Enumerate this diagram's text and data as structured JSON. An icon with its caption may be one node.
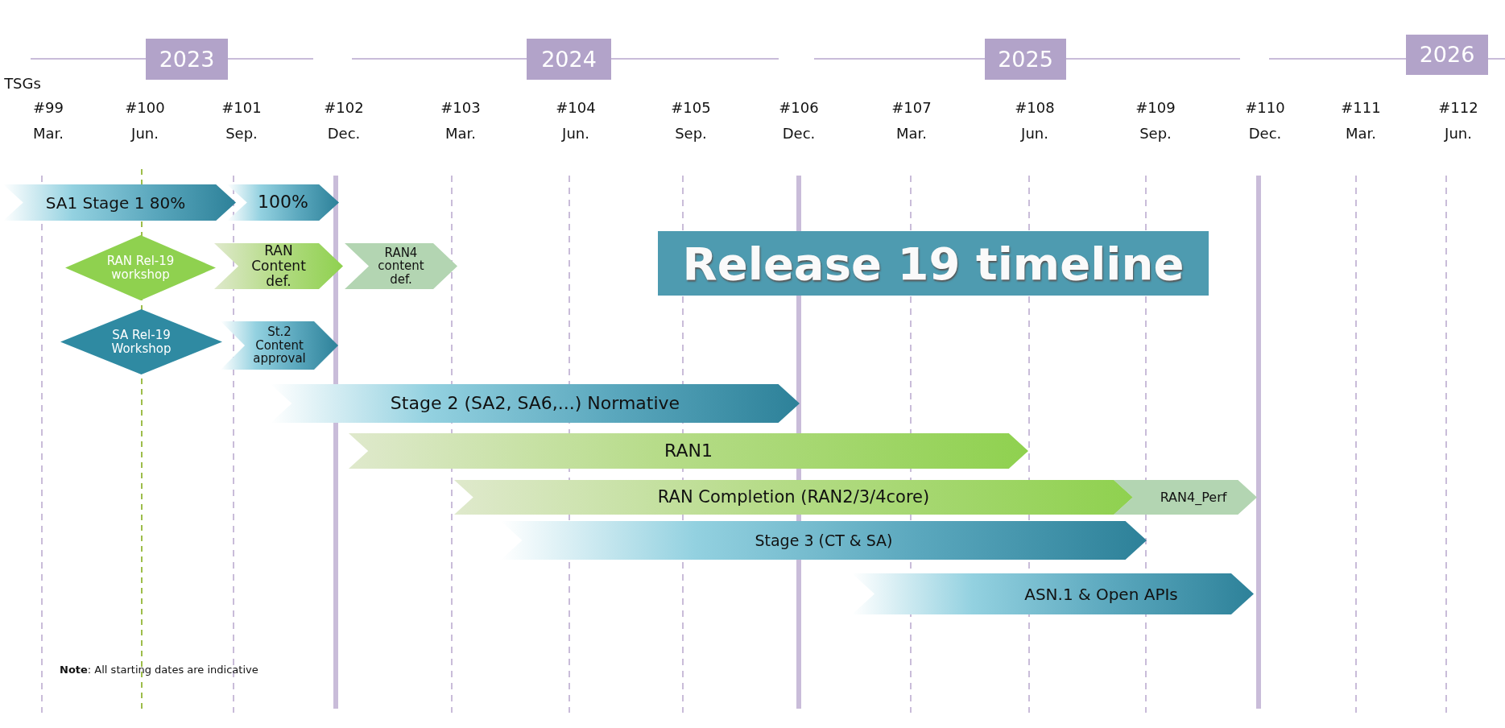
{
  "diagram": {
    "title": "Release 19 timeline",
    "nodes": [
      {
        "text": [
          "2023"
        ]
      },
      {
        "text": [
          "2024"
        ]
      },
      {
        "text": [
          "2025"
        ]
      },
      {
        "text": [
          "2026"
        ]
      },
      {
        "text": [
          "SA1 Stage 1 80%"
        ]
      },
      {
        "text": [
          "100%"
        ]
      },
      {
        "text": [
          "RAN Rel-19 workshop"
        ]
      },
      {
        "text": [
          "RAN Content def."
        ]
      },
      {
        "text": [
          "RAN4 content def."
        ]
      },
      {
        "text": [
          "SA Rel-19 Workshop"
        ]
      },
      {
        "text": [
          "St.2 Content approval"
        ]
      },
      {
        "text": [
          "Stage 2 (SA2, SA6,...) Normative"
        ]
      },
      {
        "text": [
          "RAN1"
        ]
      },
      {
        "text": [
          "RAN Completion (RAN2/3/4core)"
        ]
      },
      {
        "text": [
          "RAN4_Perf"
        ]
      },
      {
        "text": [
          "Stage 3 (CT & SA)"
        ]
      },
      {
        "text": [
          "ASN.1 & Open APIs"
        ]
      }
    ],
    "edges": [],
    "labels": [
      "TSGs",
      "#99",
      "#100",
      "#101",
      "#102",
      "#103",
      "#104",
      "#105",
      "#106",
      "#107",
      "#108",
      "#109",
      "#110",
      "#111",
      "#112",
      "Mar.",
      "Jun.",
      "Sep.",
      "Dec.",
      "Mar.",
      "Jun.",
      "Sep.",
      "Dec.",
      "Mar.",
      "Jun.",
      "Sep.",
      "Dec.",
      "Mar.",
      "Jun.",
      "**Note**: All starting dates are indicative"
    ]
  }
}
